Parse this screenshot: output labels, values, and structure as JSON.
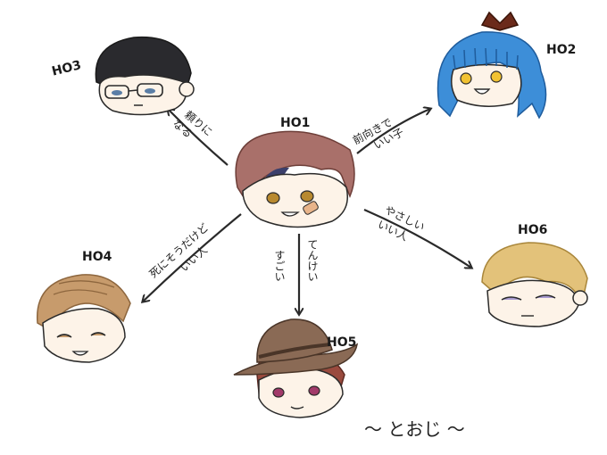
{
  "labels": {
    "ho1": "HO1",
    "ho2": "HO2",
    "ho3": "HO3",
    "ho4": "HO4",
    "ho5": "HO5",
    "ho6": "HO6"
  },
  "relations": {
    "to_ho3": [
      "頼りに",
      "なる"
    ],
    "to_ho2": [
      "前向きで",
      "いい子"
    ],
    "to_ho6": [
      "やさしい",
      "いい人"
    ],
    "to_ho5": [
      "すごい",
      "てんけい"
    ],
    "to_ho4": [
      "死にそうだけど",
      "いい人"
    ]
  },
  "footer": "～ とおじ ～",
  "colors": {
    "ho1_hair": "#a9706a",
    "ho2_hair": "#3d8ed8",
    "ho2_ribbon": "#6b2a1a",
    "ho3_hair": "#2a2a2e",
    "ho4_hair": "#c79b6c",
    "ho5_hat": "#8a6a55",
    "ho5_hair": "#9a4a3e",
    "ho6_hair": "#e3c27a",
    "skin": "#fdf3e8",
    "line": "#2a2a2a"
  }
}
